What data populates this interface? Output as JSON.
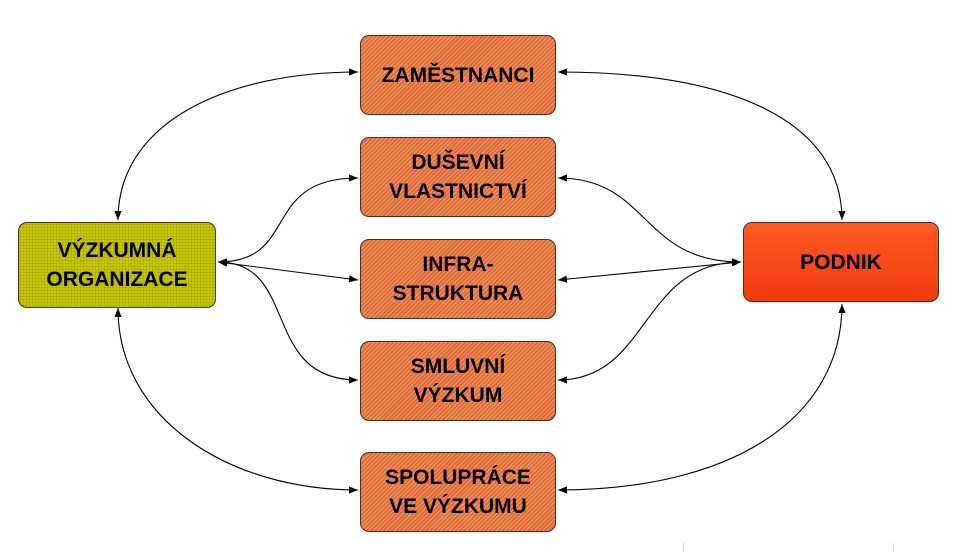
{
  "nodes": {
    "zamestnanci": "ZAMĚSTNANCI",
    "dusevni_vlastnictvi": "DUŠEVNÍ\nVLASTNICTVÍ",
    "infrastruktura": "INFRA-\nSTRUKTURA",
    "smluvni_vyzkum": "SMLUVNÍ\nVÝZKUM",
    "spoluprace": "SPOLUPRÁCE\nVE VÝZKUMU",
    "vyzkumna_organizace": "VÝZKUMNÁ\nORGANIZACE",
    "podnik": "PODNIK"
  },
  "colors": {
    "center_boxes": "#e8734a",
    "research_org": "#c8c800",
    "company": "#ff4a14",
    "edges": "#000000"
  }
}
